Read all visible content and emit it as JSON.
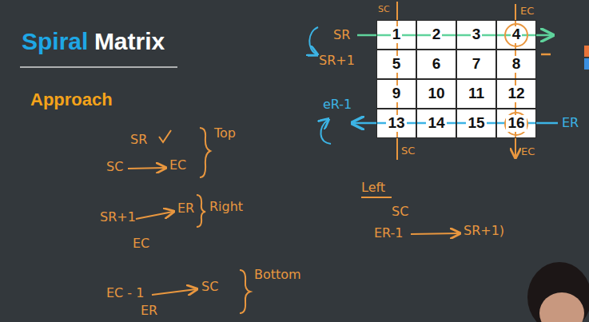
{
  "diagram": {
    "nodes": [
      {
        "text": [
          "1"
        ]
      },
      {
        "text": [
          "2"
        ]
      },
      {
        "text": [
          "3"
        ]
      },
      {
        "text": [
          "4"
        ]
      },
      {
        "text": [
          "5"
        ]
      },
      {
        "text": [
          "6"
        ]
      },
      {
        "text": [
          "7"
        ]
      },
      {
        "text": [
          "8"
        ]
      },
      {
        "text": [
          "9"
        ]
      },
      {
        "text": [
          "10"
        ]
      },
      {
        "text": [
          "11"
        ]
      },
      {
        "text": [
          "12"
        ]
      },
      {
        "text": [
          "13"
        ]
      },
      {
        "text": [
          "14"
        ]
      },
      {
        "text": [
          "15"
        ]
      },
      {
        "text": [
          "16"
        ]
      }
    ],
    "labels": [
      "Spiral",
      "Matrix",
      "Approach",
      "SR",
      "Top",
      "SC",
      "EC",
      "SR+1",
      "ER",
      "Right",
      "EC",
      "EC - 1",
      "SC",
      "Bottom",
      "ER",
      "Left",
      "SC",
      "ER-1",
      "SR+1)",
      "SC",
      "EC",
      "SR",
      "SR+1",
      "eR-1",
      "ER",
      "SC",
      "EC"
    ]
  }
}
